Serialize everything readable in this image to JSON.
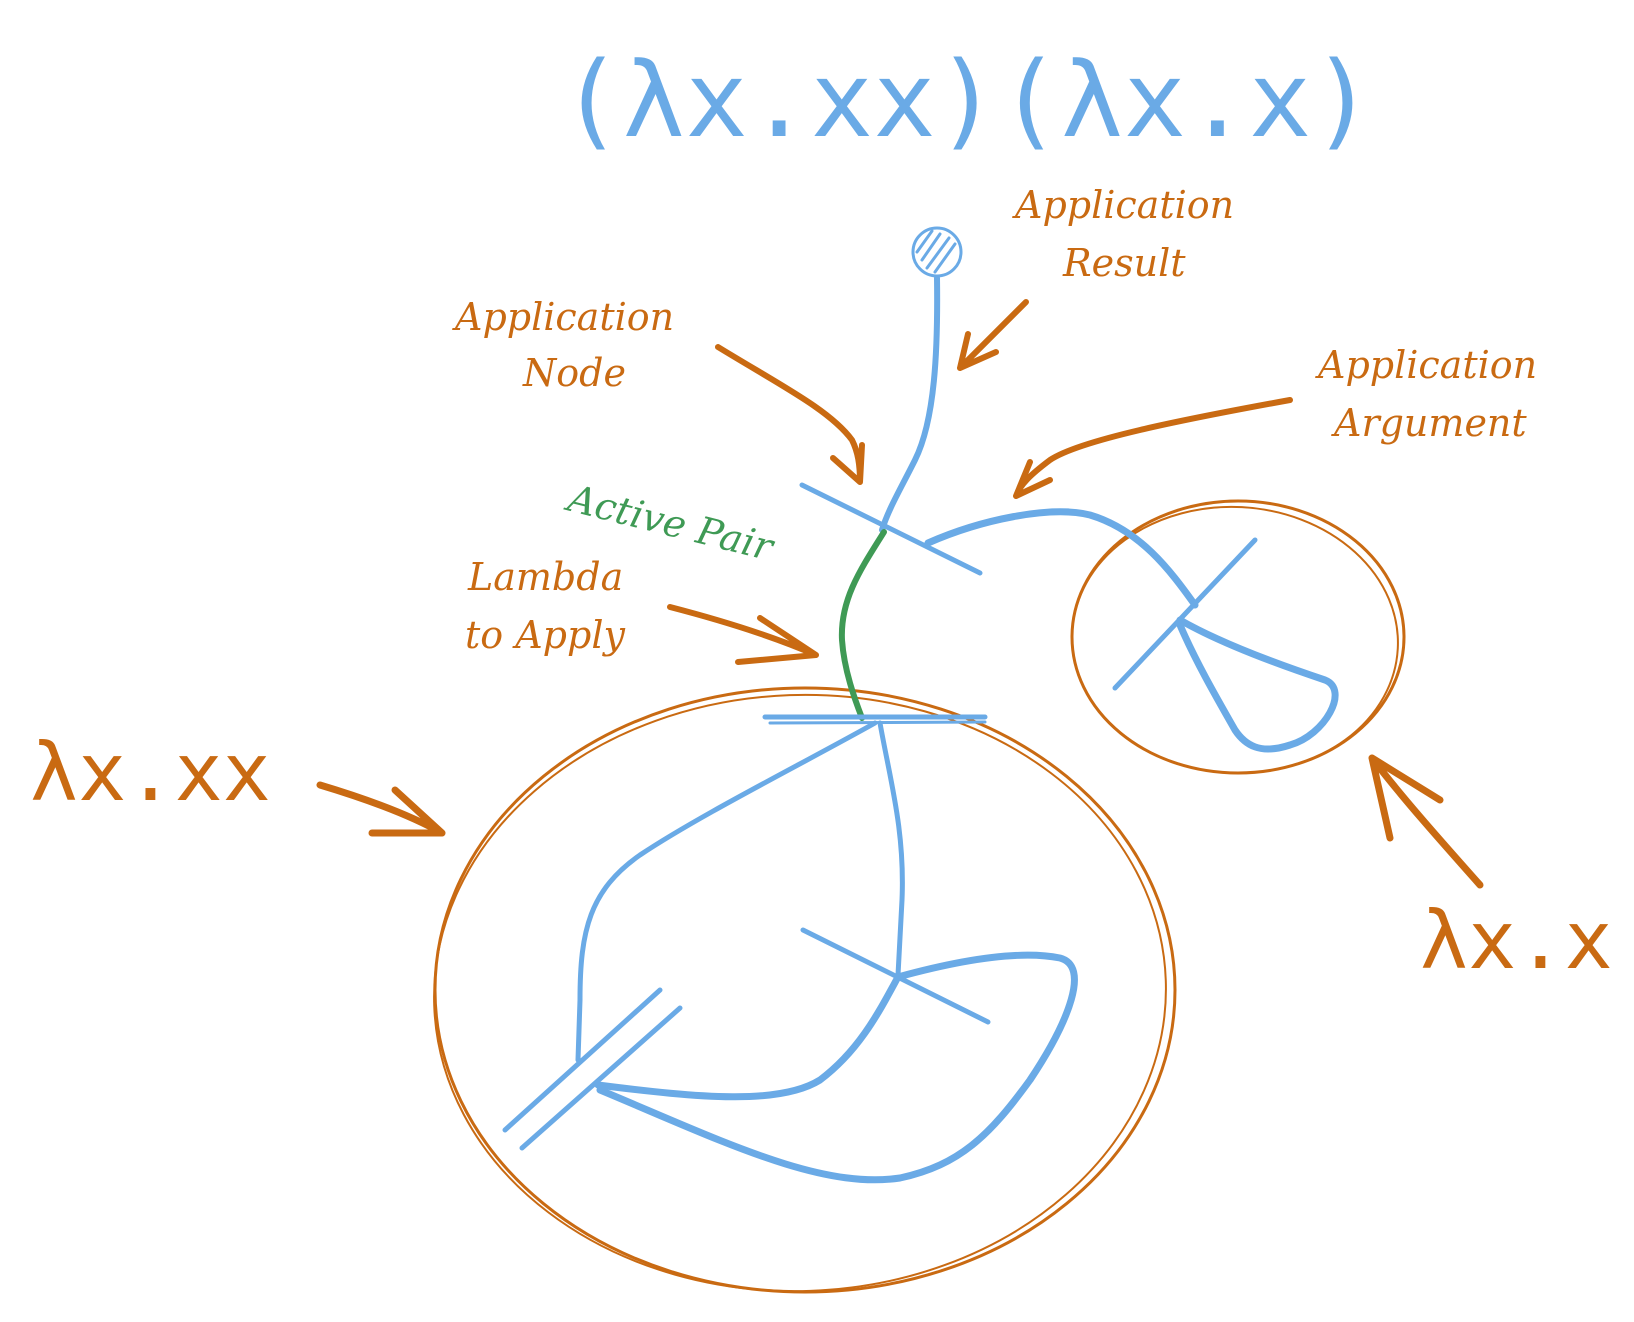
{
  "title": "(λx.xx)(λx.x)",
  "terms": {
    "left_term": "λx.xx",
    "right_term": "λx.x"
  },
  "annotations": {
    "application_result": [
      "Application",
      "Result"
    ],
    "application_node": [
      "Application",
      "Node"
    ],
    "application_argument": [
      "Application",
      "Argument"
    ],
    "active_pair": "Active Pair",
    "lambda_to_apply": [
      "Lambda",
      "to Apply"
    ]
  },
  "colors": {
    "graph_edges": "#6aaae6",
    "annotations": "#c96a12",
    "active_pair": "#3f9a55"
  }
}
